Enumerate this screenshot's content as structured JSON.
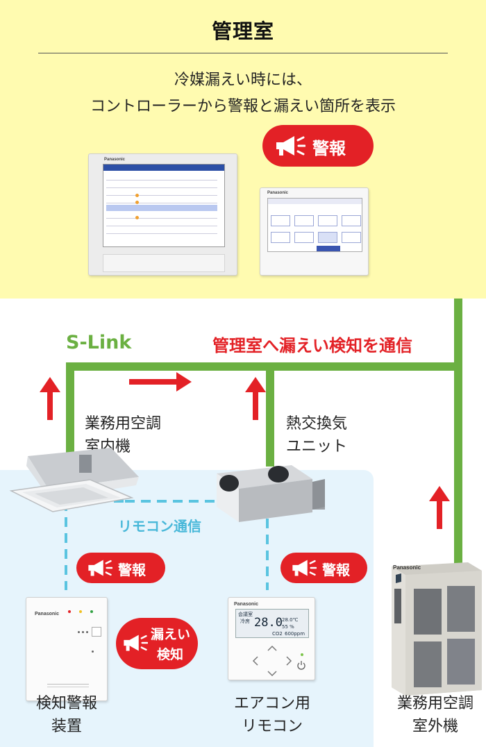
{
  "header": {
    "title": "管理室",
    "description_line1": "冷媒漏えい時には、",
    "description_line2": "コントローラーから警報と漏えい箇所を表示"
  },
  "callouts": {
    "controller_alarm": "警報",
    "indoor_alarm": "警報",
    "remote_alarm": "警報",
    "leak_detect_line1": "漏えい",
    "leak_detect_line2": "検知"
  },
  "network": {
    "s_link": "S-Link",
    "leak_report": "管理室へ漏えい検知を通信",
    "remote_comm": "リモコン通信"
  },
  "units": {
    "indoor_line1": "業務用空調",
    "indoor_line2": "室内機",
    "erv_line1": "熱交換気",
    "erv_line2": "ユニット",
    "detector_line1": "検知警報",
    "detector_line2": "装置",
    "remote_line1": "エアコン用",
    "remote_line2": "リモコン",
    "outdoor_line1": "業務用空調",
    "outdoor_line2": "室外機"
  },
  "devices": {
    "brand": "Panasonic",
    "remote_screen_title": "会議室",
    "remote_temp": "28.0",
    "remote_mode": "冷房",
    "remote_right_temp": "28.0℃",
    "remote_humidity": "55 %",
    "remote_co2": "600ppm",
    "remote_co2_label": "CO2"
  },
  "colors": {
    "yellow_bg": "#fffbb0",
    "blue_zone": "#e6f4fc",
    "s_link_green": "#6bb042",
    "alert_red": "#e32126",
    "remote_comm_blue": "#49b8d9"
  }
}
